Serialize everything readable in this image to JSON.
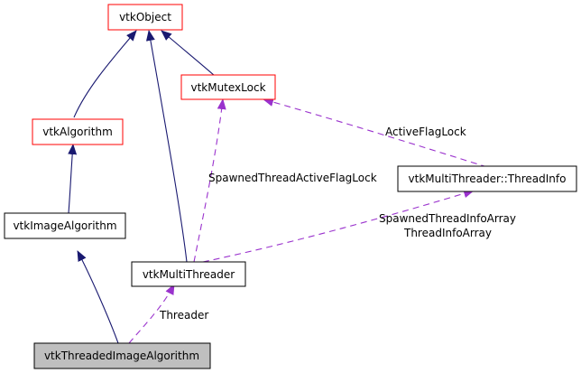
{
  "colors": {
    "red_border": "#ff0000",
    "black_border": "#000000",
    "highlight_fill": "#bfbfbf",
    "inherit_edge": "#191970",
    "assoc_edge": "#9a32cd"
  },
  "nodes": {
    "vtk_object": "vtkObject",
    "vtk_mutex_lock": "vtkMutexLock",
    "vtk_algorithm": "vtkAlgorithm",
    "thread_info": "vtkMultiThreader::ThreadInfo",
    "vtk_image_algorithm": "vtkImageAlgorithm",
    "vtk_multi_threader": "vtkMultiThreader",
    "vtk_threaded_image_algorithm": "vtkThreadedImageAlgorithm"
  },
  "edge_labels": {
    "active_flag_lock": "ActiveFlagLock",
    "spawned_thread_active_flag_lock": "SpawnedThreadActiveFlagLock",
    "spawned_thread_info_array": "SpawnedThreadInfoArray",
    "thread_info_array": "ThreadInfoArray",
    "threader": "Threader"
  }
}
